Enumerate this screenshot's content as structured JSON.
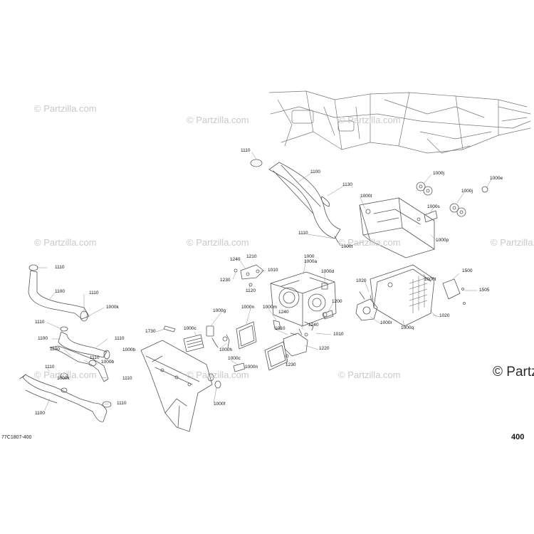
{
  "diagram": {
    "figure_code": "77C1807-400",
    "page_number": "400"
  },
  "watermark": {
    "small": "© Partzilla.com",
    "large": "© Partzil"
  },
  "parts": [
    {
      "ref": "1110"
    },
    {
      "ref": "1100"
    },
    {
      "ref": "1130"
    },
    {
      "ref": "1110"
    },
    {
      "ref": "1000t"
    },
    {
      "ref": "1000j"
    },
    {
      "ref": "1000e"
    },
    {
      "ref": "1000j"
    },
    {
      "ref": "1000t"
    },
    {
      "ref": "1000s"
    },
    {
      "ref": "1000p"
    },
    {
      "ref": "1000"
    },
    {
      "ref": "1000a"
    },
    {
      "ref": "1210"
    },
    {
      "ref": "1240"
    },
    {
      "ref": "1010"
    },
    {
      "ref": "1230"
    },
    {
      "ref": "1120"
    },
    {
      "ref": "1000d"
    },
    {
      "ref": "1500"
    },
    {
      "ref": "1020"
    },
    {
      "ref": "1000t"
    },
    {
      "ref": "1505"
    },
    {
      "ref": "1200"
    },
    {
      "ref": "1000m"
    },
    {
      "ref": "1000n"
    },
    {
      "ref": "1000g"
    },
    {
      "ref": "1240"
    },
    {
      "ref": "1010"
    },
    {
      "ref": "1240"
    },
    {
      "ref": "1010"
    },
    {
      "ref": "1000r"
    },
    {
      "ref": "1000q"
    },
    {
      "ref": "1020"
    },
    {
      "ref": "1730"
    },
    {
      "ref": "1000c"
    },
    {
      "ref": "1000h"
    },
    {
      "ref": "1220"
    },
    {
      "ref": "1230"
    },
    {
      "ref": "1000n"
    },
    {
      "ref": "1000c"
    },
    {
      "ref": "1000f"
    },
    {
      "ref": "1110"
    },
    {
      "ref": "1100"
    },
    {
      "ref": "1110"
    },
    {
      "ref": "1000k"
    },
    {
      "ref": "1110"
    },
    {
      "ref": "1100"
    },
    {
      "ref": "1110"
    },
    {
      "ref": "1100"
    },
    {
      "ref": "1000b"
    },
    {
      "ref": "1110"
    },
    {
      "ref": "1000b"
    },
    {
      "ref": "1110"
    },
    {
      "ref": "1000k"
    },
    {
      "ref": "1110"
    },
    {
      "ref": "1110"
    },
    {
      "ref": "1100"
    }
  ]
}
